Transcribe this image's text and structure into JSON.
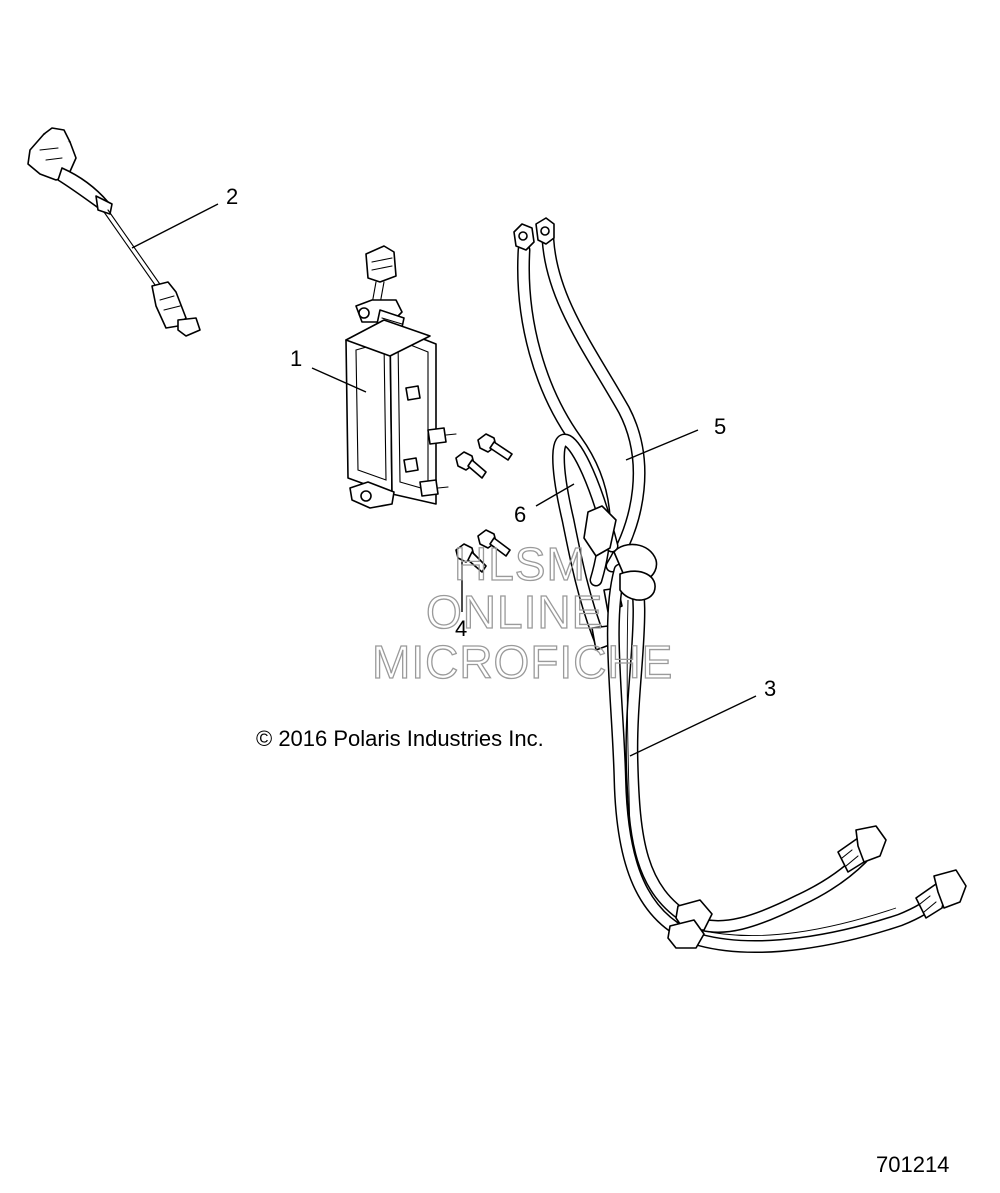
{
  "diagram": {
    "callouts": [
      {
        "id": "1",
        "label": "1"
      },
      {
        "id": "2",
        "label": "2"
      },
      {
        "id": "3",
        "label": "3"
      },
      {
        "id": "4",
        "label": "4"
      },
      {
        "id": "5",
        "label": "5"
      },
      {
        "id": "6",
        "label": "6"
      }
    ],
    "watermark": {
      "line1": "HLSM",
      "line2": "ONLINE",
      "line3": "MICROFICHE"
    },
    "copyright": "© 2016 Polaris Industries Inc.",
    "drawing_number": "701214"
  }
}
